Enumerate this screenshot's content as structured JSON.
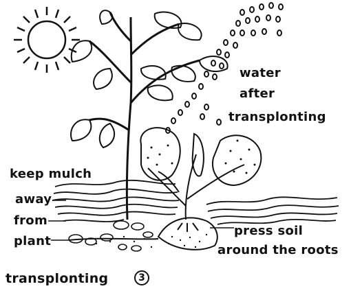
{
  "labels": {
    "water_line1": "water",
    "water_line2": "after",
    "water_line3": "transplonting",
    "mulch_line1": "keep mulch",
    "mulch_line2": "away",
    "mulch_line3": "from",
    "mulch_line4": "plant",
    "press_line1": "press soil",
    "press_line2": "around the roots"
  },
  "caption": {
    "text": "transplonting",
    "step_number": "3"
  },
  "colors": {
    "ink": "#111111",
    "paper": "#ffffff"
  },
  "icons": [
    "sun-icon",
    "water-drops",
    "tall-plant",
    "seedling",
    "mulch",
    "soil-mound",
    "stones"
  ]
}
